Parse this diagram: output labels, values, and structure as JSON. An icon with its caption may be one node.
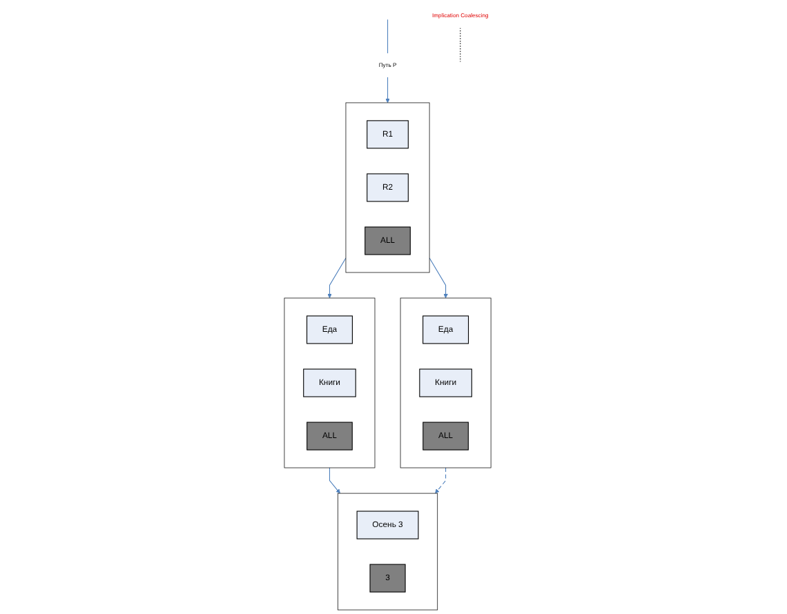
{
  "diagram": {
    "nodes": [
      {
        "text": [
          "Путь P"
        ]
      },
      {
        "text": [],
        "shape": "box"
      },
      {
        "text": [
          "R1"
        ],
        "in": 1
      },
      {
        "text": [
          "R2"
        ],
        "in": 1
      },
      {
        "text": [
          "ALL"
        ],
        "in": 1
      },
      {
        "text": [],
        "shape": "box"
      },
      {
        "text": [
          "Еда"
        ],
        "in": 5
      },
      {
        "text": [
          "Книги"
        ],
        "in": 5
      },
      {
        "text": [
          "ALL"
        ],
        "in": 5
      },
      {
        "text": [],
        "shape": "box"
      },
      {
        "text": [
          "Еда"
        ],
        "in": 9
      },
      {
        "text": [
          "Книги"
        ],
        "in": 9
      },
      {
        "text": [
          "ALL"
        ],
        "in": 9
      },
      {
        "text": [],
        "shape": "box"
      },
      {
        "text": [
          "Осень 3"
        ],
        "in": 13
      },
      {
        "text": [
          "3"
        ],
        "in": 13
      },
      {
        "text": [
          "Implication Coalescing"
        ]
      }
    ],
    "edges": [
      {
        "from": null,
        "to": 0,
        "arrow": "none"
      },
      {
        "from": 0,
        "to": 1,
        "arrow": "to"
      },
      {
        "from": 1,
        "to": 5,
        "arrow": "to"
      },
      {
        "from": 1,
        "to": 9,
        "arrow": "to"
      },
      {
        "from": 5,
        "to": 13,
        "arrow": "to"
      },
      {
        "from": 9,
        "to": 13,
        "arrow": "to",
        "style": "dashed"
      },
      {
        "from": 16,
        "to": null,
        "arrow": "none",
        "style": "dashed",
        "color": "#000000"
      }
    ]
  }
}
